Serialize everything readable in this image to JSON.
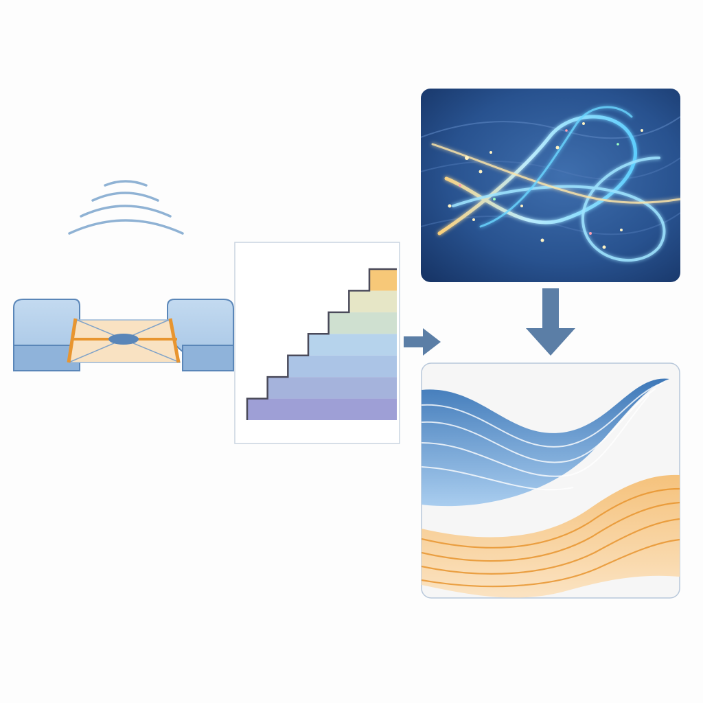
{
  "diagram": {
    "stages": [
      {
        "id": "device",
        "icon": "transducer-device-icon"
      },
      {
        "id": "staircase",
        "icon": "staircase-levels-icon",
        "levels": 7
      },
      {
        "id": "field",
        "icon": "light-swirl-field-icon"
      },
      {
        "id": "waves",
        "icon": "wave-bands-icon",
        "bands": 2
      }
    ],
    "connectors": [
      {
        "from": "device",
        "to": "staircase",
        "icon": "arrow-right-icon"
      },
      {
        "from": "staircase",
        "to": "waves",
        "icon": "arrow-right-icon"
      },
      {
        "from": "field",
        "to": "waves",
        "icon": "arrow-down-icon"
      }
    ],
    "signal": {
      "icon": "wireless-signal-icon",
      "arcs": 4
    }
  },
  "colors": {
    "blue": "#5a86b8",
    "arrow": "#5b7ea6",
    "signal": "#8fb2d4",
    "light_blue": "#a9c9e6",
    "orange": "#e8952f",
    "navy": "#1f3f78",
    "staircase_levels": [
      "#9e9fd6",
      "#a5b3dc",
      "#abc4e6",
      "#b6d3ec",
      "#cfe0d0",
      "#e6e6c6",
      "#f7c878"
    ]
  }
}
